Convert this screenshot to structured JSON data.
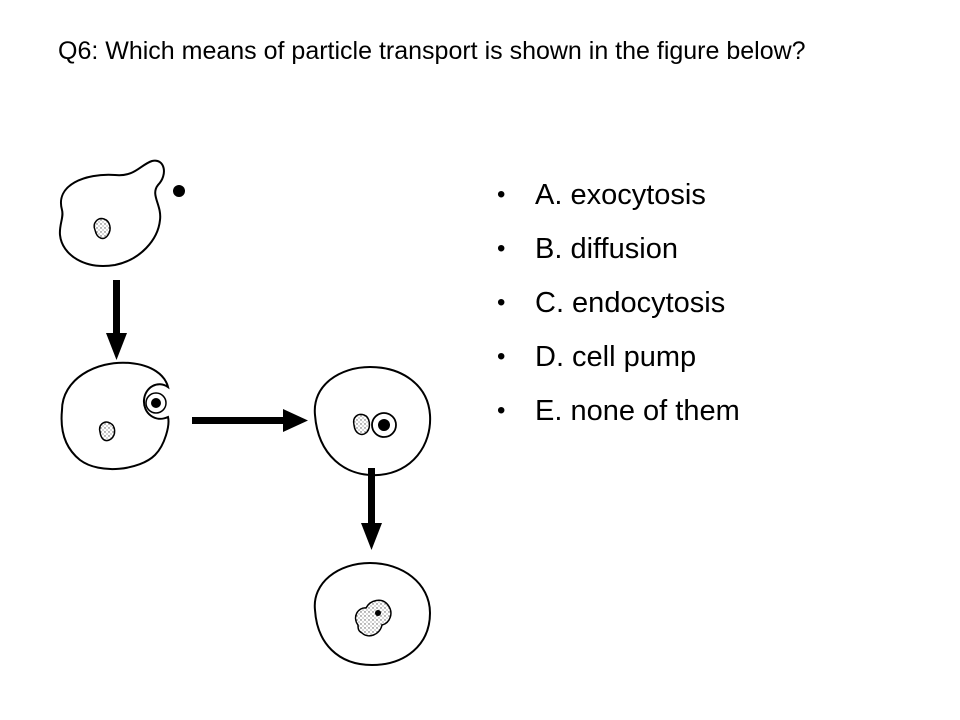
{
  "question": {
    "text": "Q6: Which means of particle transport is shown in the figure below?"
  },
  "options": [
    {
      "label": "A. exocytosis"
    },
    {
      "label": "B. diffusion"
    },
    {
      "label": "C. endocytosis"
    },
    {
      "label": "D. cell pump"
    },
    {
      "label": "E. none of them"
    }
  ],
  "figure": {
    "description_icon": "endocytosis-diagram-icon",
    "stroke_color": "#000000"
  }
}
